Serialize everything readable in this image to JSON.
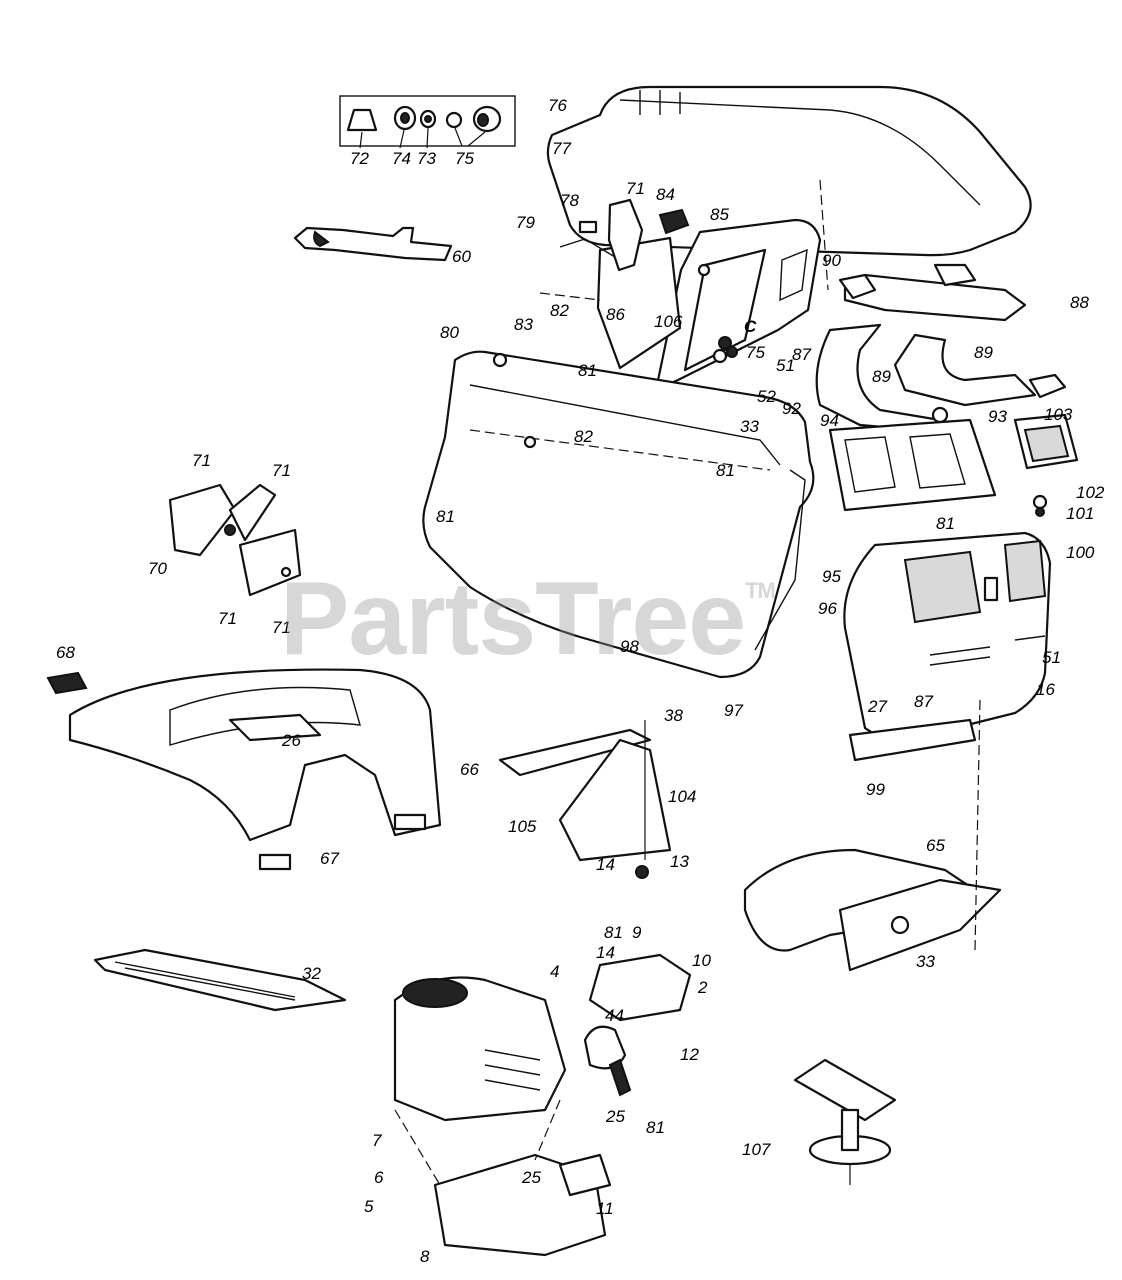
{
  "watermark": {
    "text": "PartsTree",
    "trademark": "TM"
  },
  "inset_labels": [
    "72",
    "74",
    "73",
    "75"
  ],
  "parts": [
    {
      "name": "part-76",
      "label": "76"
    },
    {
      "name": "part-77",
      "label": "77"
    },
    {
      "name": "part-71a",
      "label": "71"
    },
    {
      "name": "part-84",
      "label": "84"
    },
    {
      "name": "part-78",
      "label": "78"
    },
    {
      "name": "part-85",
      "label": "85"
    },
    {
      "name": "part-79",
      "label": "79"
    },
    {
      "name": "part-60",
      "label": "60"
    },
    {
      "name": "part-90",
      "label": "90"
    },
    {
      "name": "part-88",
      "label": "88"
    },
    {
      "name": "part-80",
      "label": "80"
    },
    {
      "name": "part-83",
      "label": "83"
    },
    {
      "name": "part-82a",
      "label": "82"
    },
    {
      "name": "part-86",
      "label": "86"
    },
    {
      "name": "part-106",
      "label": "106"
    },
    {
      "name": "part-C",
      "label": "C"
    },
    {
      "name": "part-75b",
      "label": "75"
    },
    {
      "name": "part-87a",
      "label": "87"
    },
    {
      "name": "part-89a",
      "label": "89"
    },
    {
      "name": "part-89b",
      "label": "89"
    },
    {
      "name": "part-81a",
      "label": "81"
    },
    {
      "name": "part-51a",
      "label": "51"
    },
    {
      "name": "part-52",
      "label": "52"
    },
    {
      "name": "part-33a",
      "label": "33"
    },
    {
      "name": "part-92",
      "label": "92"
    },
    {
      "name": "part-94",
      "label": "94"
    },
    {
      "name": "part-93",
      "label": "93"
    },
    {
      "name": "part-103",
      "label": "103"
    },
    {
      "name": "part-82b",
      "label": "82"
    },
    {
      "name": "part-81b",
      "label": "81"
    },
    {
      "name": "part-102",
      "label": "102"
    },
    {
      "name": "part-101",
      "label": "101"
    },
    {
      "name": "part-71b",
      "label": "71"
    },
    {
      "name": "part-71c",
      "label": "71"
    },
    {
      "name": "part-81c",
      "label": "81"
    },
    {
      "name": "part-81d",
      "label": "81"
    },
    {
      "name": "part-100",
      "label": "100"
    },
    {
      "name": "part-70",
      "label": "70"
    },
    {
      "name": "part-95",
      "label": "95"
    },
    {
      "name": "part-71d",
      "label": "71"
    },
    {
      "name": "part-71e",
      "label": "71"
    },
    {
      "name": "part-96",
      "label": "96"
    },
    {
      "name": "part-98",
      "label": "98"
    },
    {
      "name": "part-68",
      "label": "68"
    },
    {
      "name": "part-51b",
      "label": "51"
    },
    {
      "name": "part-97",
      "label": "97"
    },
    {
      "name": "part-16",
      "label": "16"
    },
    {
      "name": "part-87b",
      "label": "87"
    },
    {
      "name": "part-38",
      "label": "38"
    },
    {
      "name": "part-27",
      "label": "27"
    },
    {
      "name": "part-26",
      "label": "26"
    },
    {
      "name": "part-66",
      "label": "66"
    },
    {
      "name": "part-99",
      "label": "99"
    },
    {
      "name": "part-104",
      "label": "104"
    },
    {
      "name": "part-105",
      "label": "105"
    },
    {
      "name": "part-67",
      "label": "67"
    },
    {
      "name": "part-65",
      "label": "65"
    },
    {
      "name": "part-14a",
      "label": "14"
    },
    {
      "name": "part-13",
      "label": "13"
    },
    {
      "name": "part-33b",
      "label": "33"
    },
    {
      "name": "part-32",
      "label": "32"
    },
    {
      "name": "part-81e",
      "label": "81"
    },
    {
      "name": "part-9",
      "label": "9"
    },
    {
      "name": "part-14b",
      "label": "14"
    },
    {
      "name": "part-10",
      "label": "10"
    },
    {
      "name": "part-4",
      "label": "4"
    },
    {
      "name": "part-44",
      "label": "44"
    },
    {
      "name": "part-2",
      "label": "2"
    },
    {
      "name": "part-12",
      "label": "12"
    },
    {
      "name": "part-25a",
      "label": "25"
    },
    {
      "name": "part-81f",
      "label": "81"
    },
    {
      "name": "part-107",
      "label": "107"
    },
    {
      "name": "part-7",
      "label": "7"
    },
    {
      "name": "part-6",
      "label": "6"
    },
    {
      "name": "part-25b",
      "label": "25"
    },
    {
      "name": "part-5",
      "label": "5"
    },
    {
      "name": "part-11",
      "label": "11"
    },
    {
      "name": "part-8",
      "label": "8"
    }
  ]
}
